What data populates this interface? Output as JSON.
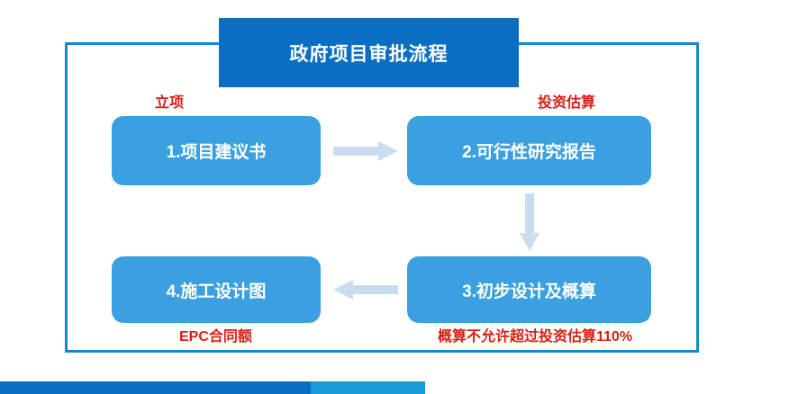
{
  "slide": {
    "title": "政府项目审批流程",
    "colors": {
      "banner_blue": "#0a6fc2",
      "frame_blue": "#1a86d0",
      "node_blue": "#3aa0e0",
      "label_red": "#d91f11",
      "arrow_blue": "#bdd7ee",
      "bar_light_blue": "#1a9ad8"
    }
  },
  "nodes": [
    {
      "id": "node-1",
      "text": "1.项目建议书"
    },
    {
      "id": "node-2",
      "text": "2.可行性研究报告"
    },
    {
      "id": "node-3",
      "text": "3.初步设计及概算"
    },
    {
      "id": "node-4",
      "text": "4.施工设计图"
    }
  ],
  "labels": [
    {
      "id": "label-lixiang",
      "text": "立项"
    },
    {
      "id": "label-touzi",
      "text": "投资估算"
    },
    {
      "id": "label-epc",
      "text": "EPC合同额"
    },
    {
      "id": "label-gaisuan",
      "text": "概算不允许超过投资估算110%"
    }
  ],
  "arrows": [
    {
      "id": "arrow-1",
      "direction": "right",
      "from": "node-1",
      "to": "node-2"
    },
    {
      "id": "arrow-2",
      "direction": "down",
      "from": "node-2",
      "to": "node-3"
    },
    {
      "id": "arrow-3",
      "direction": "left",
      "from": "node-3",
      "to": "node-4"
    }
  ]
}
